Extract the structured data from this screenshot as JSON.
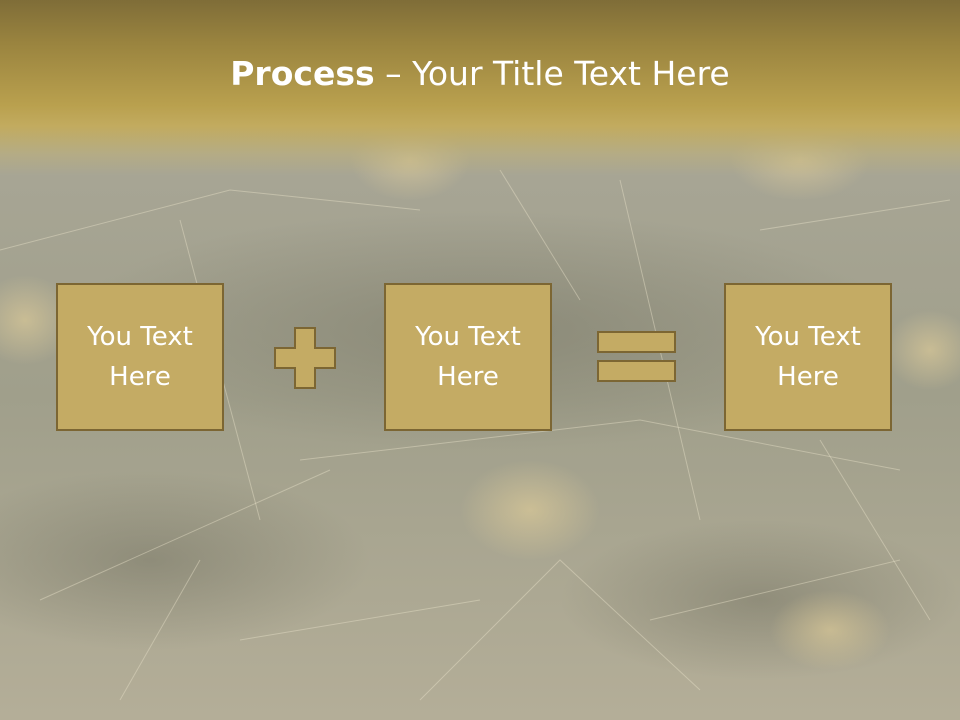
{
  "slide": {
    "title_strong": "Process",
    "title_rest": " – Your Title Text Here",
    "boxes": [
      {
        "text": "You Text Here"
      },
      {
        "text": "You Text Here"
      },
      {
        "text": "You Text Here"
      }
    ],
    "operators": [
      "plus-icon",
      "equals-icon"
    ]
  },
  "colors": {
    "header": "#b9a04e",
    "box_fill": "#c4ab64",
    "box_border": "#7c6633",
    "text": "#ffffff"
  }
}
